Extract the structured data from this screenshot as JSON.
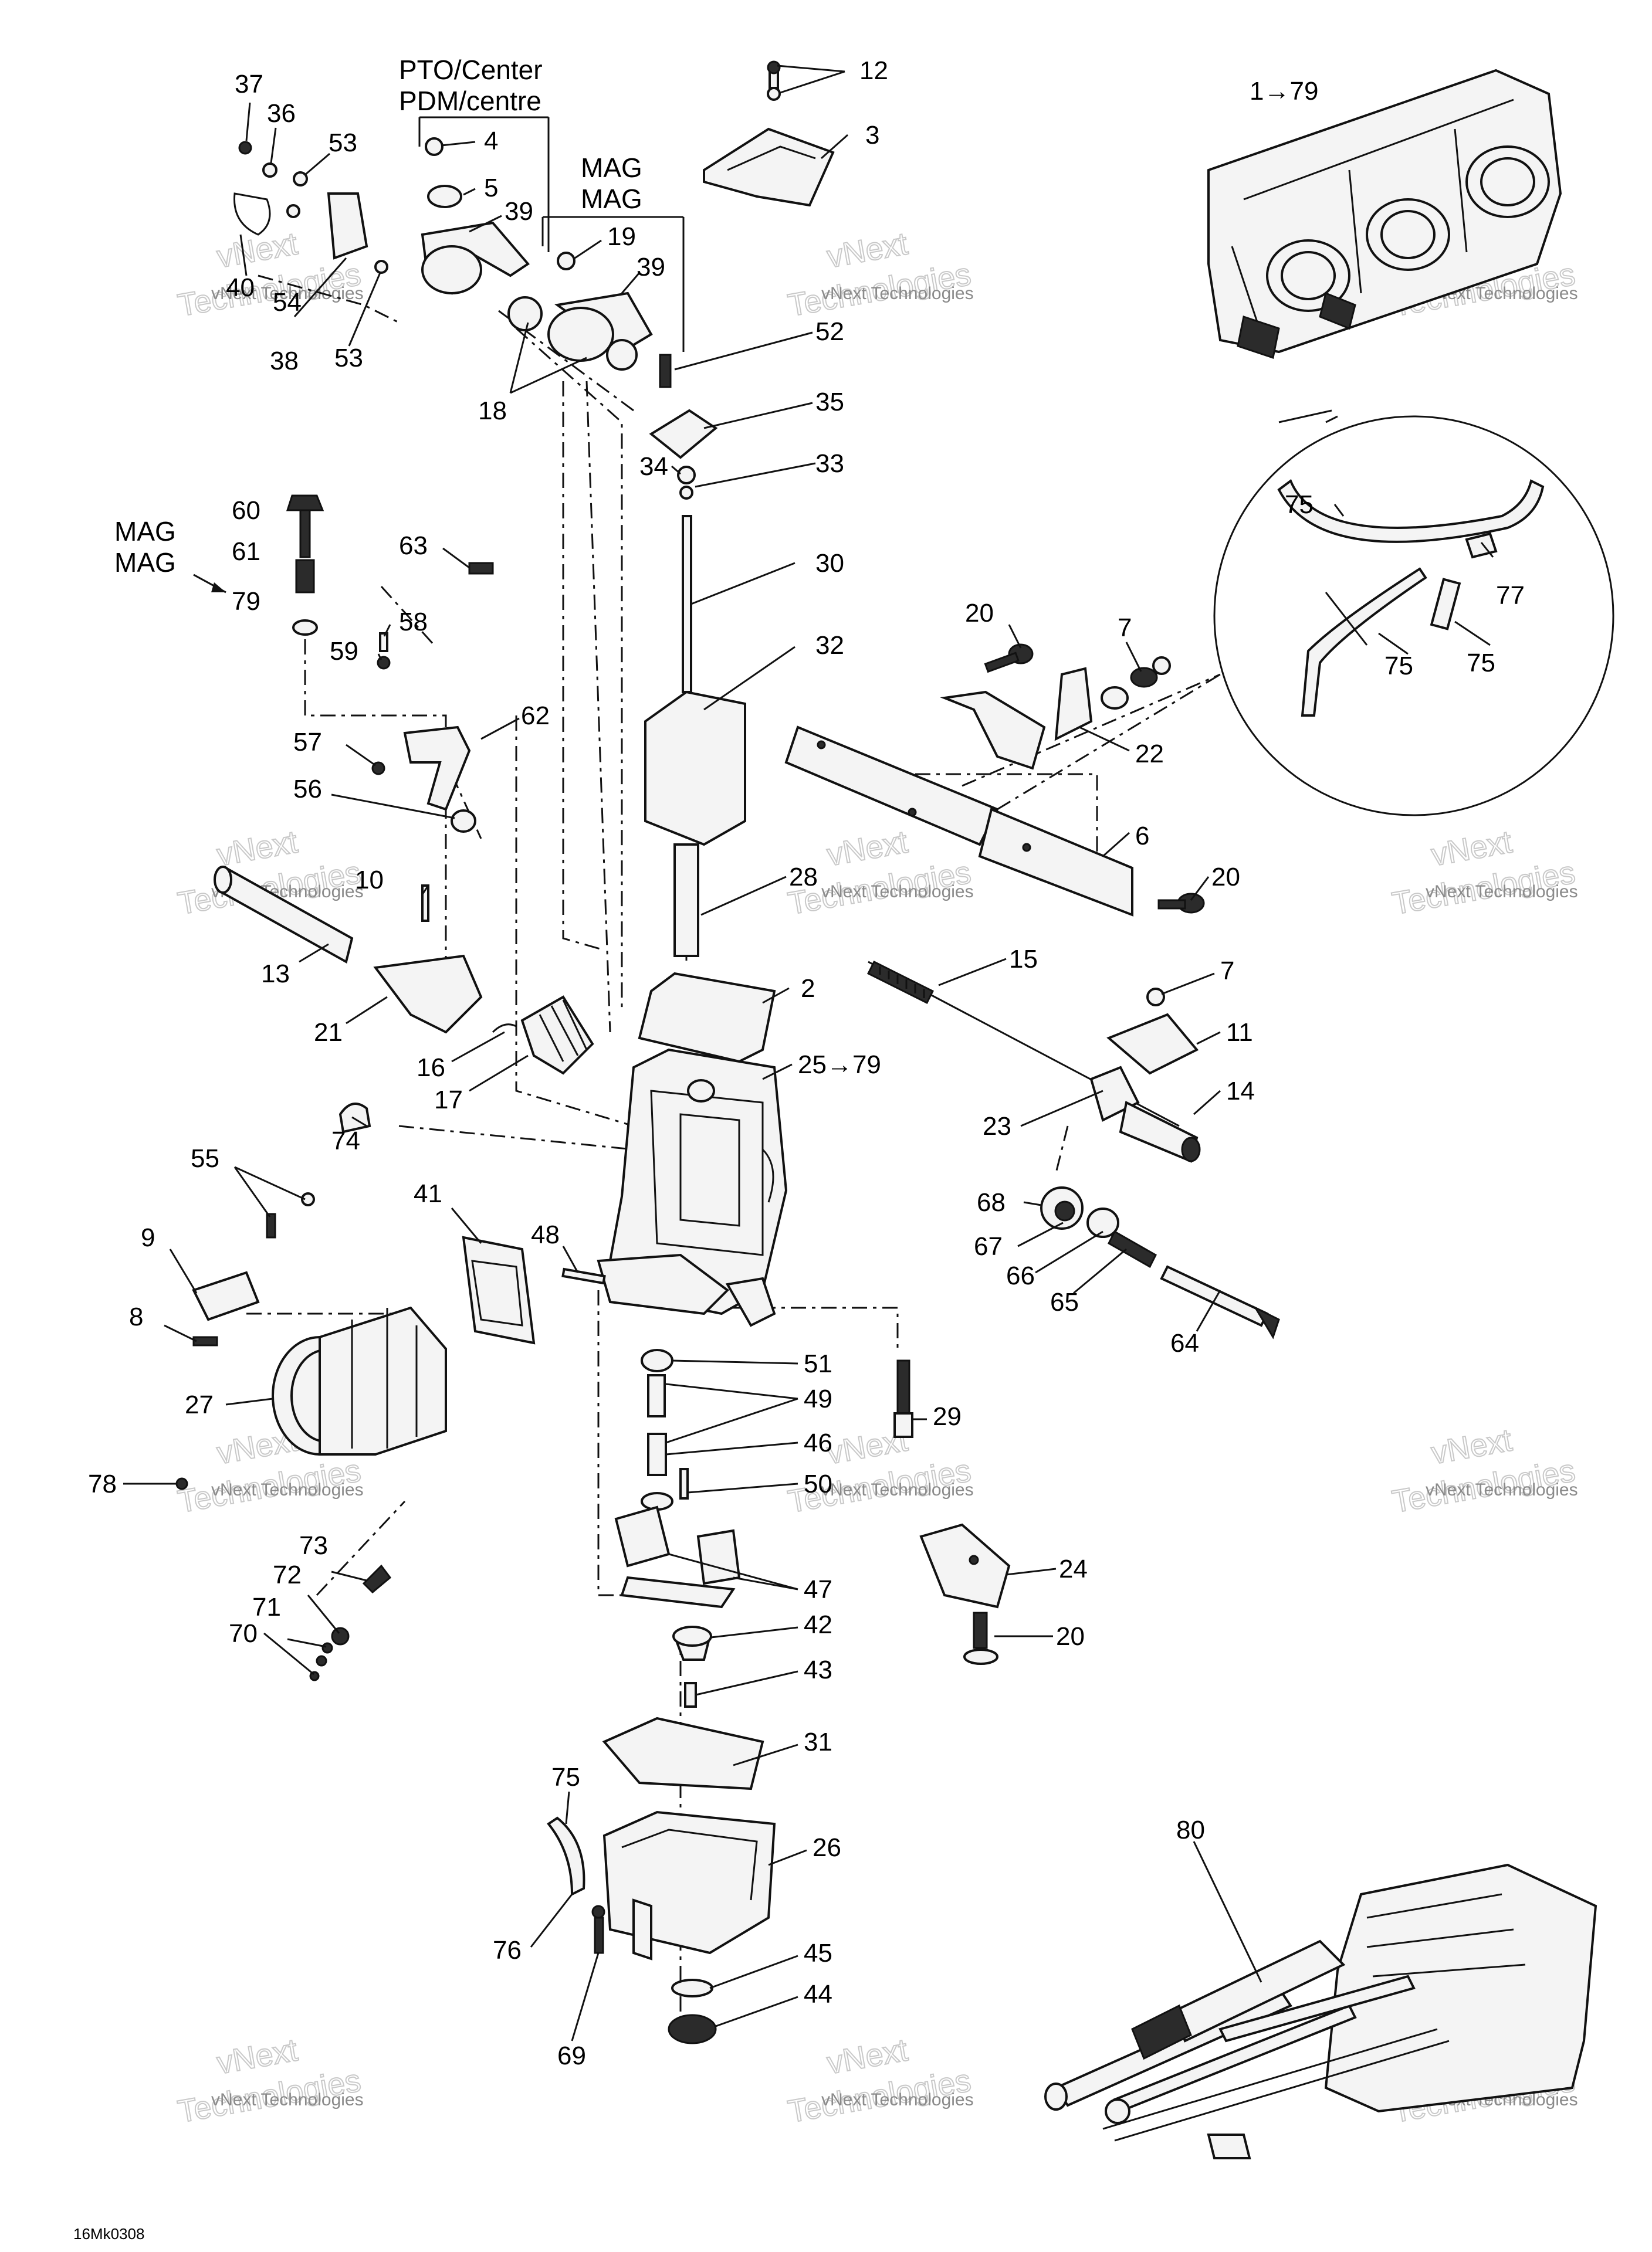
{
  "watermark": {
    "line1": "vNext Technologies",
    "line2a": "vNext",
    "line2b": "Technologies"
  },
  "diagram_code": "16Mk0308",
  "group_labels": {
    "pto_line1": "PTO/Center",
    "pto_line2": "PDM/centre",
    "mag_top_line1": "MAG",
    "mag_top_line2": "MAG",
    "mag_left_line1": "MAG",
    "mag_left_line2": "MAG"
  },
  "callouts": [
    "37",
    "36",
    "53",
    "40",
    "54",
    "38",
    "53",
    "4",
    "5",
    "39",
    "19",
    "39",
    "18",
    "12",
    "3",
    "52",
    "35",
    "34",
    "33",
    "30",
    "32",
    "60",
    "61",
    "79",
    "63",
    "58",
    "59",
    "57",
    "62",
    "56",
    "10",
    "13",
    "21",
    "28",
    "2",
    "16",
    "17",
    "25→79",
    "74",
    "55",
    "41",
    "9",
    "48",
    "8",
    "27",
    "78",
    "73",
    "72",
    "71",
    "70",
    "51",
    "49",
    "46",
    "50",
    "29",
    "47",
    "42",
    "43",
    "31",
    "75",
    "26",
    "76",
    "45",
    "44",
    "69",
    "20",
    "7",
    "22",
    "6",
    "20",
    "15",
    "7",
    "11",
    "23",
    "14",
    "68",
    "67",
    "66",
    "65",
    "64",
    "24",
    "20",
    "1→79",
    "75",
    "77",
    "75",
    "75",
    "80"
  ]
}
